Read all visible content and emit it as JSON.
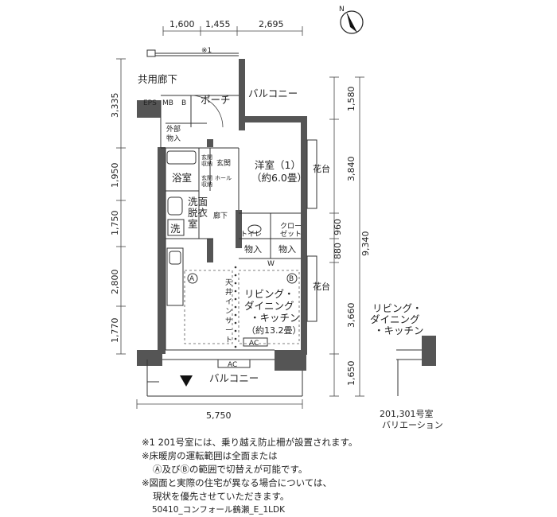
{
  "dimensions": {
    "top": [
      "1,600",
      "1,455",
      "2,695"
    ],
    "left": [
      "3,335",
      "1,950",
      "1,750",
      "2,800",
      "1,770"
    ],
    "right": [
      "1,580",
      "3,840",
      "960",
      "880",
      "3,660",
      "1,650"
    ],
    "right_total": "9,340",
    "bottom": "5,750"
  },
  "rooms": {
    "corridor": "共用廊下",
    "porch": "ポーチ",
    "balcony_top": "バルコニー",
    "eps": "EPS",
    "mb": "MB",
    "b": "B",
    "outdoor_storage_1": "外部",
    "outdoor_storage_2": "物入",
    "bath": "浴室",
    "entrance_storage_1": "玄関",
    "entrance_storage_2": "収納",
    "entrance": "玄関",
    "hall_storage_1": "玄関",
    "hall_storage_2": "ホール",
    "hall_storage_3": "収納",
    "washroom_1": "洗面",
    "washroom_2": "脱衣",
    "washroom_3": "室",
    "washer": "洗",
    "hallway": "廊下",
    "toilet": "トイレ",
    "closet_1": "クロー",
    "closet_2": "ゼット",
    "storage_1": "物入",
    "storage_2": "物入",
    "w": "W",
    "western_room": "洋室（1）",
    "western_size": "（約6.0畳）",
    "flower_stand_1": "花台",
    "flower_stand_2": "花台",
    "ldk_1": "リビング・",
    "ldk_2": "ダイニング",
    "ldk_3": "・キッチン",
    "ldk_size": "（約13.2畳）",
    "ceiling_insert": [
      "天",
      "井",
      "イ",
      "ン",
      "サ",
      "ー",
      "ト"
    ],
    "zone_a": "A",
    "zone_b": "B",
    "ac_1": "AC",
    "ac_2": "AC",
    "balcony_bottom": "バルコニー",
    "note_mark": "※1"
  },
  "variation": {
    "ldk_1": "リビング・",
    "ldk_2": "ダイニング",
    "ldk_3": "・キッチン",
    "caption_1": "201,301号室",
    "caption_2": "バリエーション"
  },
  "notes": [
    "※1 201号室には、乗り越え防止柵が設置されます。",
    "※床暖房の運転範囲は全面または",
    "Ⓐ及びⒷの範囲で切替えが可能です。",
    "※図面と実際の住宅が異なる場合については、",
    "現状を優先させていただきます。"
  ],
  "footer": "50410_コンフォール鶴瀬_E_1LDK",
  "compass": "N"
}
